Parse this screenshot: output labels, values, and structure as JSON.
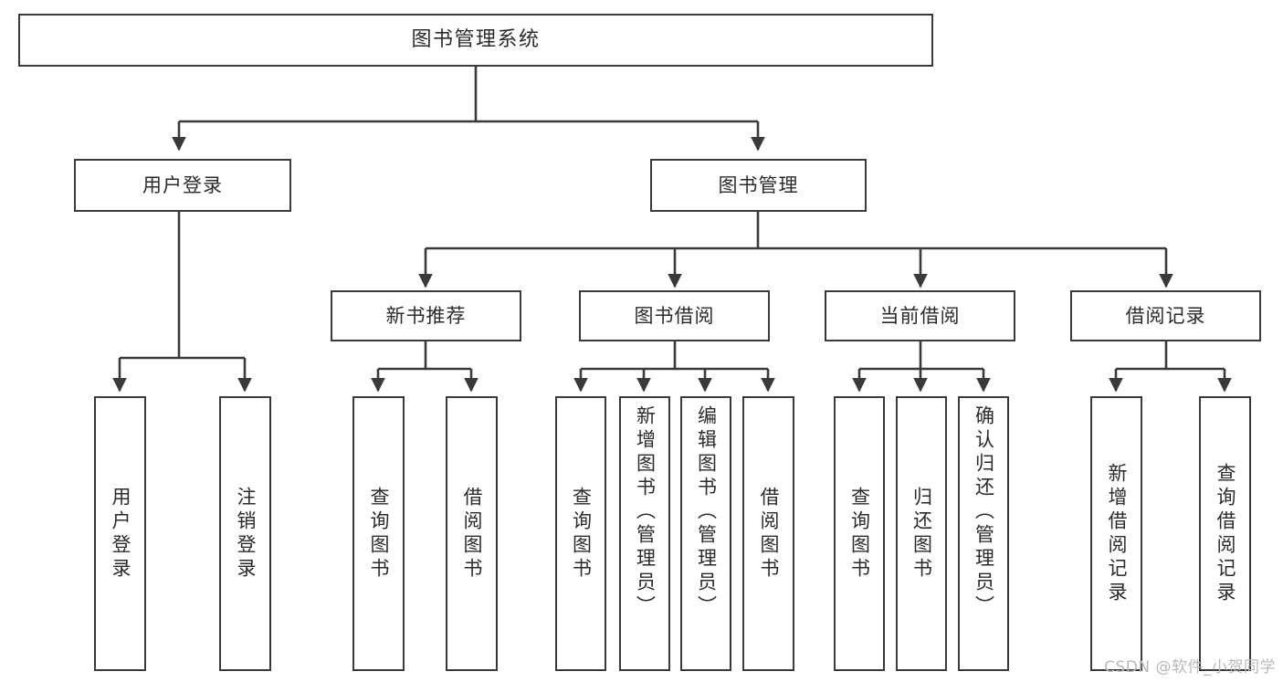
{
  "diagram": {
    "type": "tree",
    "title": "图书管理系统",
    "orientation": "top-down",
    "stroke_color": "#3a3a3a",
    "background_color": "#ffffff",
    "text_color": "#2b2b2b",
    "root": {
      "id": "root",
      "label": "图书管理系统"
    },
    "level2": [
      {
        "id": "user-login",
        "label": "用户登录"
      },
      {
        "id": "book-management",
        "label": "图书管理"
      }
    ],
    "level3": [
      {
        "id": "new-book-recommend",
        "label": "新书推荐",
        "parent": "book-management"
      },
      {
        "id": "book-borrow",
        "label": "图书借阅",
        "parent": "book-management"
      },
      {
        "id": "current-borrow",
        "label": "当前借阅",
        "parent": "book-management"
      },
      {
        "id": "borrow-record",
        "label": "借阅记录",
        "parent": "book-management"
      }
    ],
    "leaves": [
      {
        "id": "leaf-user-login",
        "label": "用户登录",
        "parent": "user-login"
      },
      {
        "id": "leaf-user-logout",
        "label": "注销登录",
        "parent": "user-login"
      },
      {
        "id": "leaf-query-book-1",
        "label": "查询图书",
        "parent": "new-book-recommend"
      },
      {
        "id": "leaf-borrow-book-1",
        "label": "借阅图书",
        "parent": "new-book-recommend"
      },
      {
        "id": "leaf-query-book-2",
        "label": "查询图书",
        "parent": "book-borrow"
      },
      {
        "id": "leaf-add-book",
        "label": "新增图书（管理员）",
        "parent": "book-borrow"
      },
      {
        "id": "leaf-edit-book",
        "label": "编辑图书（管理员）",
        "parent": "book-borrow"
      },
      {
        "id": "leaf-borrow-book-2",
        "label": "借阅图书",
        "parent": "book-borrow"
      },
      {
        "id": "leaf-query-book-3",
        "label": "查询图书",
        "parent": "current-borrow"
      },
      {
        "id": "leaf-return-book",
        "label": "归还图书",
        "parent": "current-borrow"
      },
      {
        "id": "leaf-confirm-return",
        "label": "确认归还（管理员）",
        "parent": "current-borrow"
      },
      {
        "id": "leaf-add-record",
        "label": "新增借阅记录",
        "parent": "borrow-record"
      },
      {
        "id": "leaf-query-record",
        "label": "查询借阅记录",
        "parent": "borrow-record"
      }
    ]
  },
  "watermark": {
    "text": "CSDN @软件_小贺同学"
  }
}
